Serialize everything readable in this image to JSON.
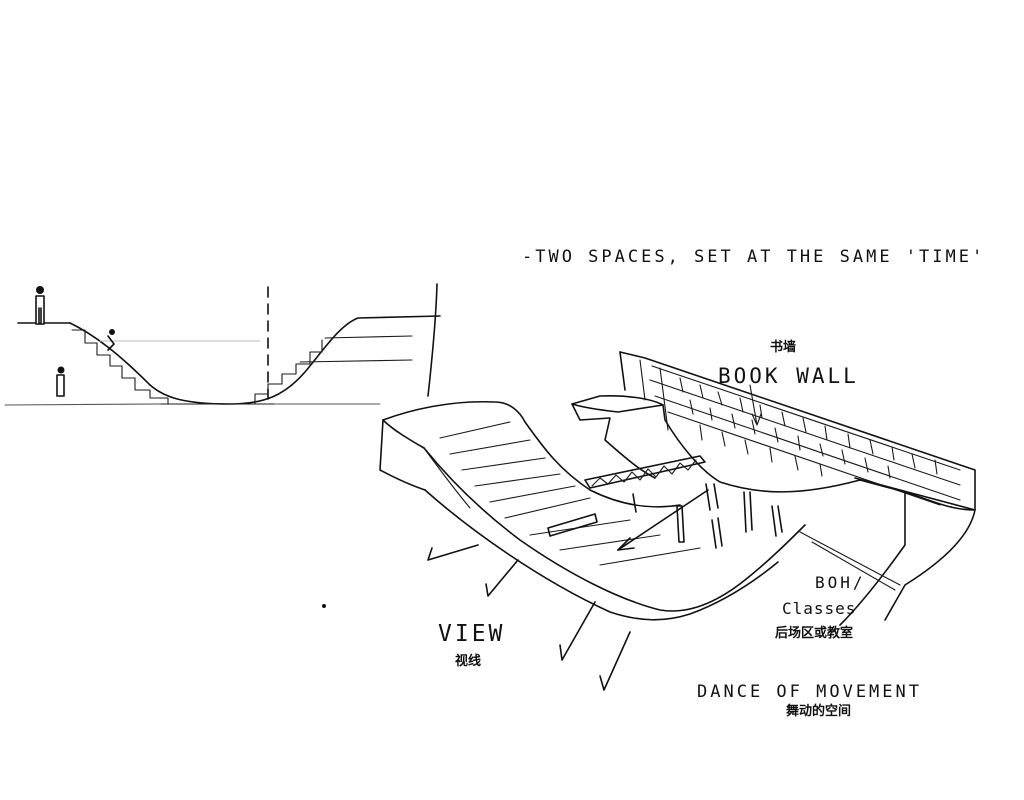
{
  "annotations": {
    "headline": "-TWO SPACES, SET AT THE SAME 'TIME'",
    "book_wall_cn": "书墙",
    "book_wall_en": "BOOK WALL",
    "back_en_line1": "BOH/",
    "back_en_line2": "Classes",
    "back_cn": "后场区或教室",
    "view_en": "VIEW",
    "view_cn": "视线",
    "dance_en": "DANCE OF MOVEMENT",
    "dance_cn": "舞动的空间"
  },
  "colors": {
    "ink": "#111111",
    "paper": "#ffffff"
  }
}
